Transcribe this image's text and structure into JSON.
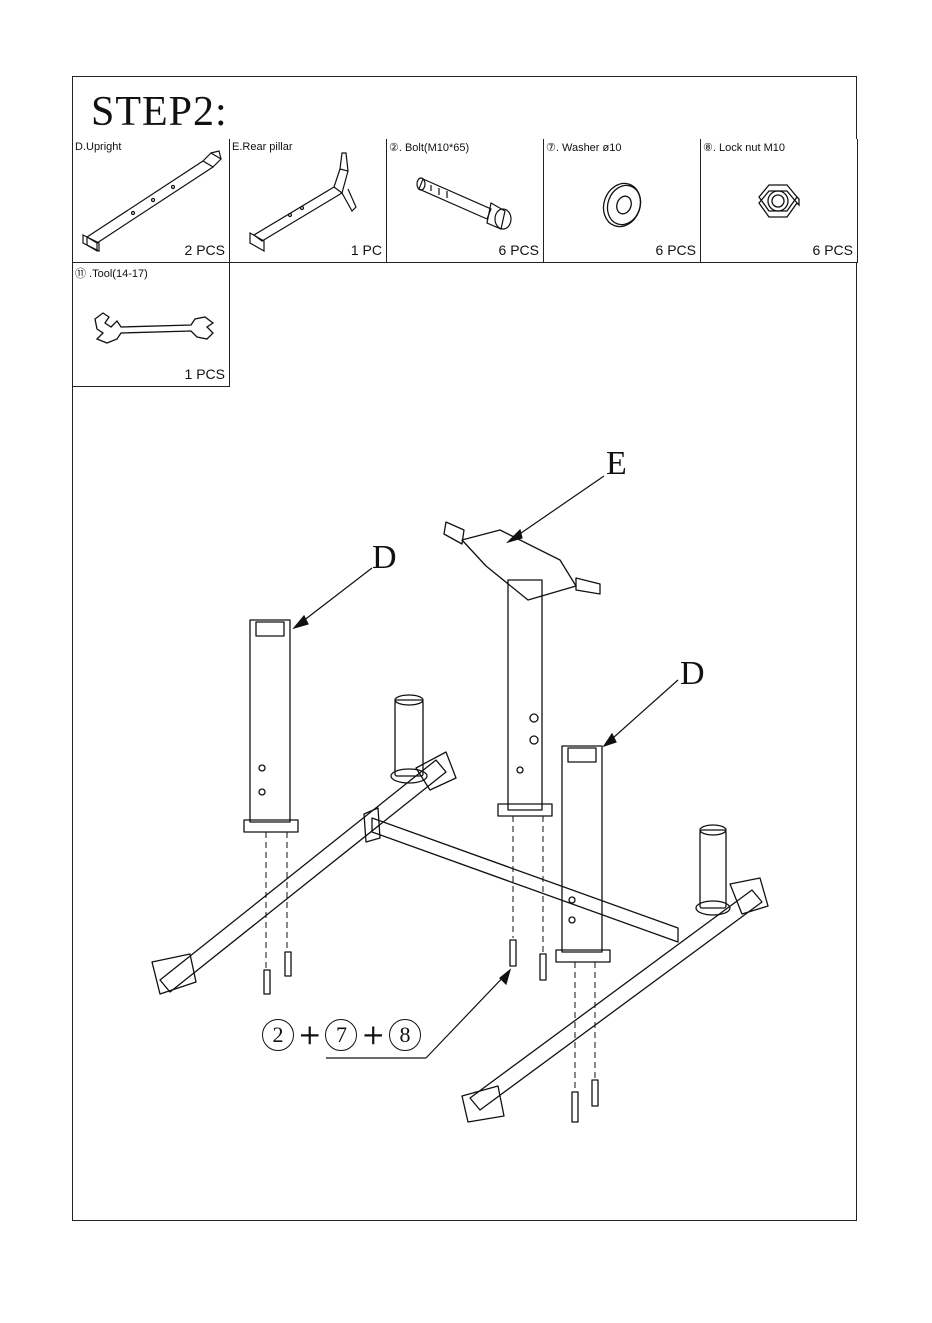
{
  "step": {
    "title": "STEP2:"
  },
  "parts": [
    {
      "label": "D.Upright",
      "qty": "2 PCS",
      "icon": "upright-tube-icon"
    },
    {
      "label": "E.Rear pillar",
      "qty": "1 PC",
      "icon": "rear-pillar-icon"
    },
    {
      "label": "②. Bolt(M10*65)",
      "qty": "6 PCS",
      "icon": "bolt-icon"
    },
    {
      "label": "⑦. Washer ø10",
      "qty": "6 PCS",
      "icon": "washer-icon"
    },
    {
      "label": "⑧. Lock nut M10",
      "qty": "6 PCS",
      "icon": "lock-nut-icon"
    }
  ],
  "tool": {
    "label": "⑪ .Tool(14-17)",
    "qty": "1 PCS",
    "icon": "wrench-icon"
  },
  "callouts": {
    "e": "E",
    "d_left": "D",
    "d_right": "D"
  },
  "hardware_combo": {
    "a": "2",
    "plus1": "+",
    "b": "7",
    "plus2": "+",
    "c": "8"
  }
}
